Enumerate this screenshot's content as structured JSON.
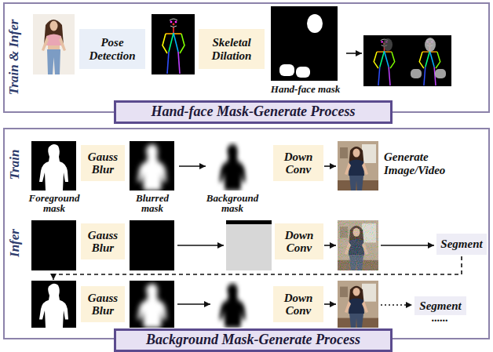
{
  "diagram": {
    "nodes": [
      {
        "text": [
          "Train & Infer"
        ]
      },
      {
        "text": [
          "Pose Detection"
        ],
        "in": 0
      },
      {
        "text": [
          "Skeletal Dilation"
        ],
        "in": 0
      },
      {
        "text": [
          "Hand-face mask"
        ],
        "in": 0
      },
      {
        "text": [
          "Hand-face Mask-Generate Process"
        ]
      },
      {
        "text": [
          "Train",
          "Infer"
        ]
      },
      {
        "text": [
          "Foreground mask"
        ],
        "in": 5
      },
      {
        "text": [
          "Gauss Blur"
        ],
        "in": 5
      },
      {
        "text": [
          "Blurred mask"
        ],
        "in": 5
      },
      {
        "text": [
          "Background mask"
        ],
        "in": 5
      },
      {
        "text": [
          "Down Conv"
        ],
        "in": 5
      },
      {
        "text": [
          "Gauss Blur"
        ],
        "in": 5
      },
      {
        "text": [
          "Down Conv"
        ],
        "in": 5
      },
      {
        "text": [
          "Segment"
        ],
        "in": 5
      },
      {
        "text": [
          "Gauss Blur"
        ],
        "in": 5
      },
      {
        "text": [
          "Down Conv"
        ],
        "in": 5
      },
      {
        "text": [
          "Segment"
        ],
        "in": 5
      },
      {
        "text": [
          "Background Mask-Generate Process"
        ]
      }
    ],
    "edges": [
      {
        "from": 8,
        "to": 9,
        "arrow": "to"
      }
    ],
    "labels": [
      "Generate Image/Video",
      "......"
    ]
  }
}
